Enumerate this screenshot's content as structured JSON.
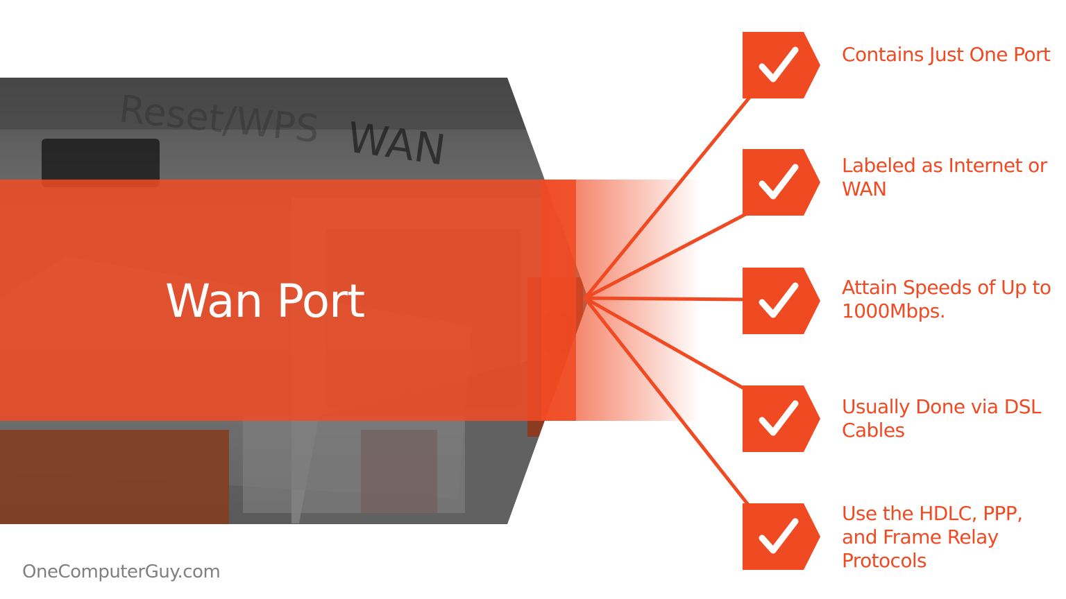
{
  "title": "Wan Port",
  "accent_color": "#f04a23",
  "photo_label": "WAN",
  "photo_label_faded": "Reset/WPS",
  "items": [
    {
      "label": "Contains Just One Port",
      "icon": "checkmark-icon"
    },
    {
      "label": "Labeled as Internet or WAN",
      "icon": "checkmark-icon"
    },
    {
      "label": "Attain Speeds of Up to 1000Mbps.",
      "icon": "checkmark-icon"
    },
    {
      "label": "Usually Done via DSL Cables",
      "icon": "checkmark-icon"
    },
    {
      "label": "Use the HDLC, PPP, and Frame Relay Protocols",
      "icon": "checkmark-icon"
    }
  ],
  "watermark": "OneComputerGuy.com"
}
